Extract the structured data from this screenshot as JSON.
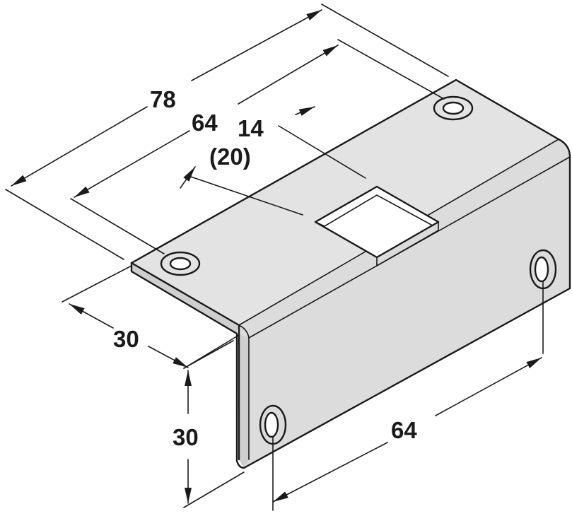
{
  "dimensions": {
    "overall_length": "78",
    "hole_spacing_top": "64",
    "slot_width": "14",
    "slot_width_alt": "(20)",
    "top_flange_depth": "30",
    "front_flange_height": "30",
    "hole_spacing_front": "64"
  },
  "colors": {
    "line": "#1a1a1a",
    "metal_top": "#e3e3e3",
    "metal_front": "#dcdcdc",
    "background": "#ffffff"
  }
}
